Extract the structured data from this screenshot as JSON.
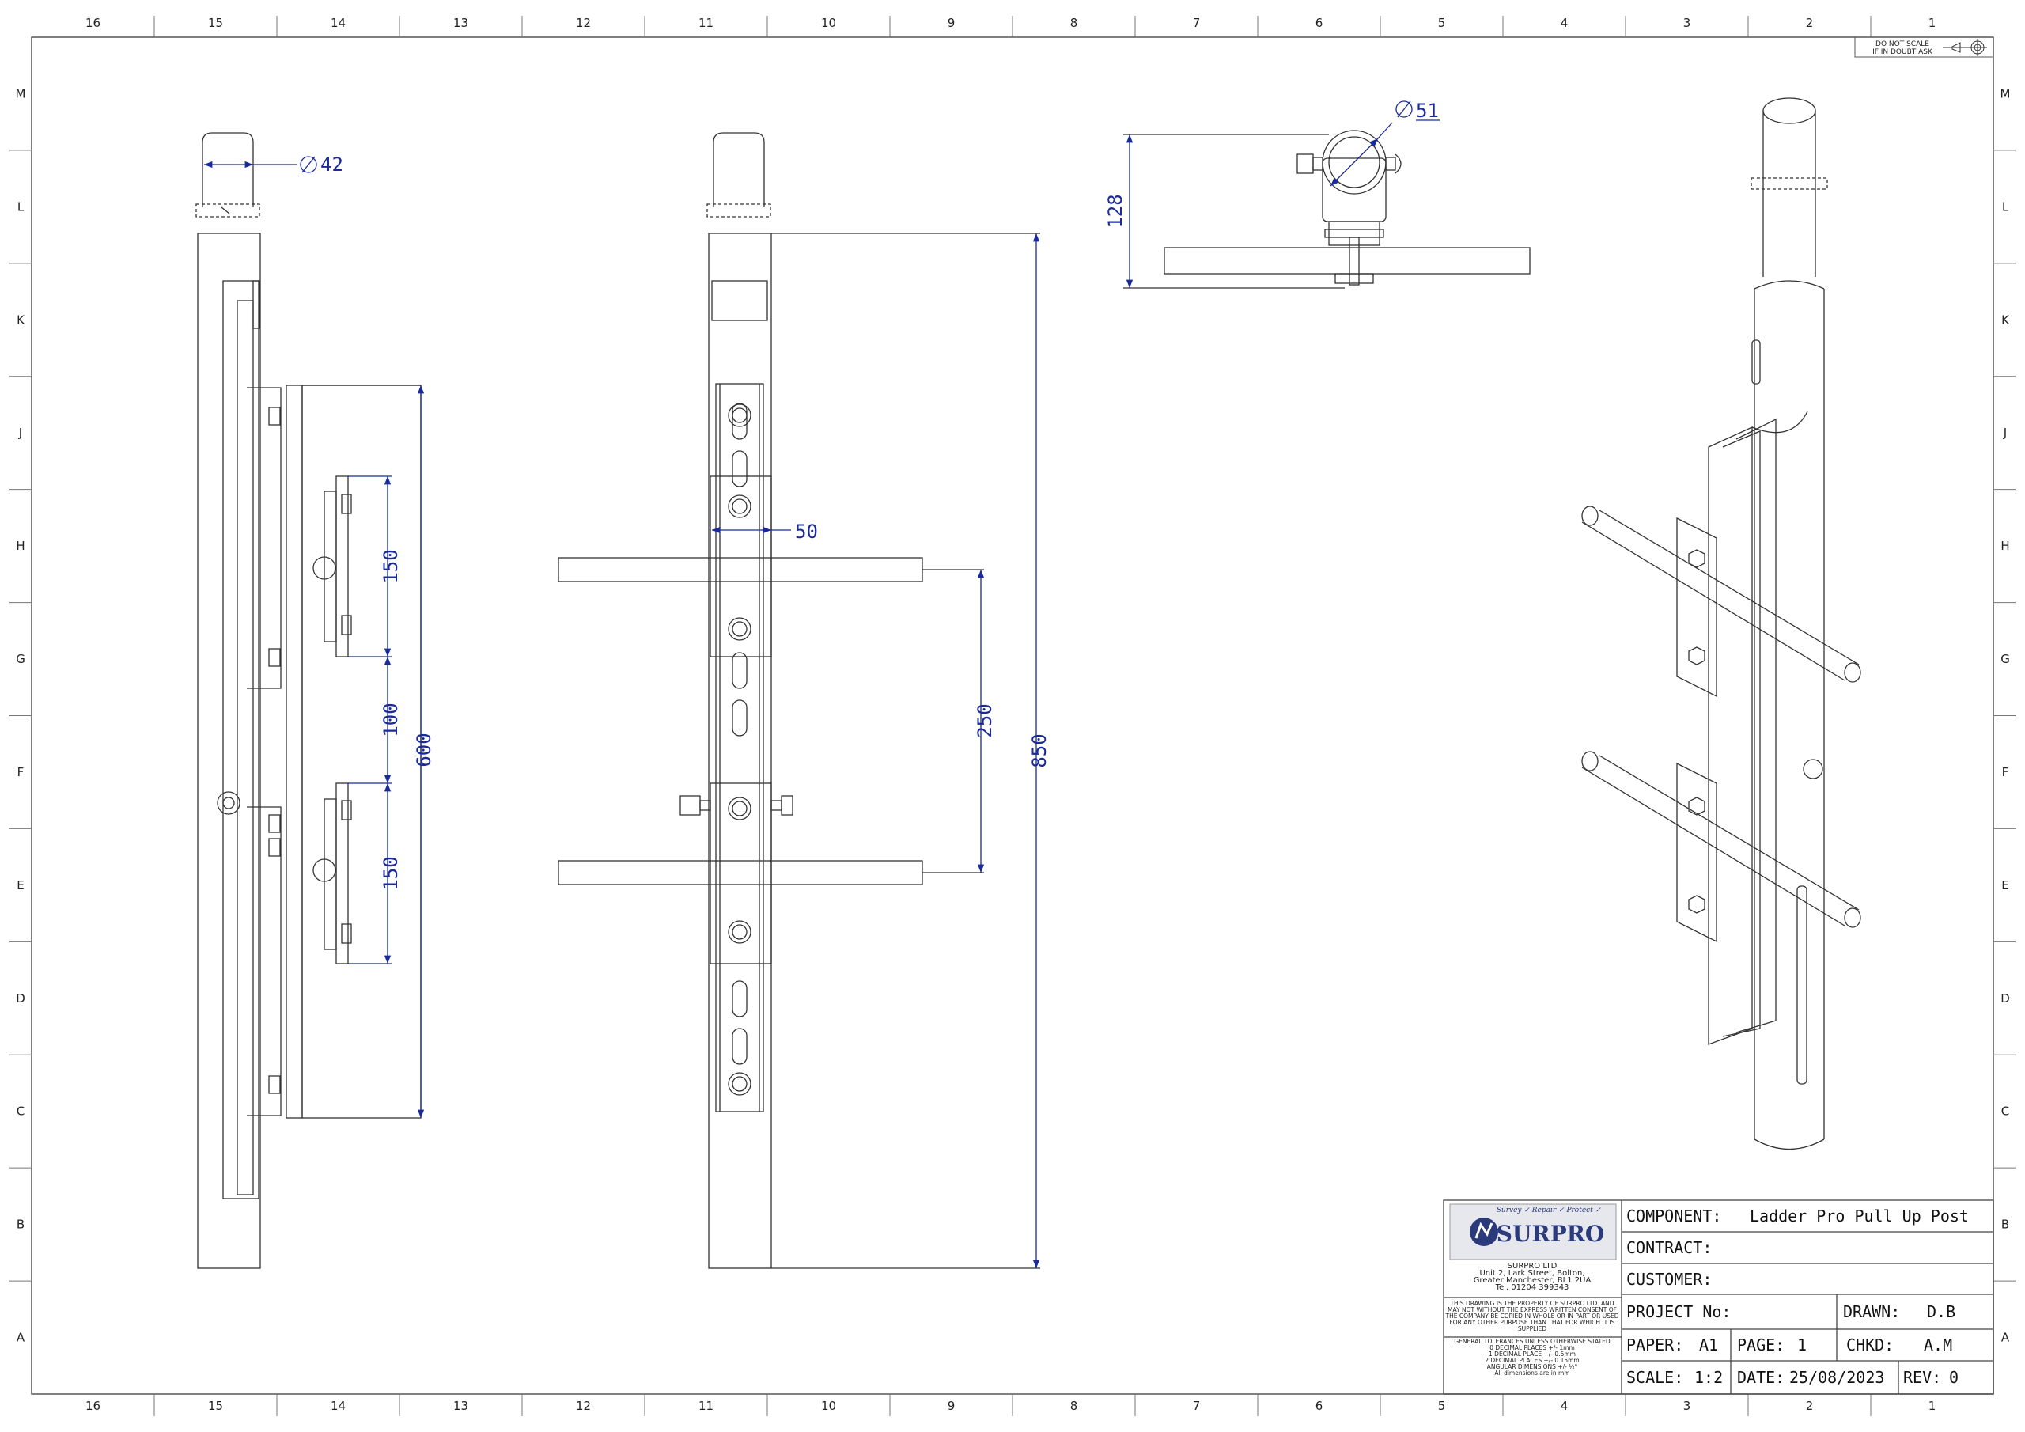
{
  "title_block": {
    "company_tagline": "Survey ✓ Repair ✓ Protect ✓",
    "company_logo_text": "SURPRO",
    "address_lines": [
      "SURPRO LTD",
      "Unit 2, Lark Street, Bolton,",
      "Greater Manchester, BL1 2UA",
      "Tel. 01204 399343"
    ],
    "property_notice": [
      "THIS DRAWING IS THE PROPERTY OF SURPRO LTD. AND",
      "MAY NOT WITHOUT THE EXPRESS WRITTEN CONSENT OF",
      "THE COMPANY BE COPIED IN WHOLE OR IN PART OR USED",
      "FOR ANY OTHER PURPOSE THAN THAT FOR WHICH IT IS",
      "SUPPLIED"
    ],
    "tolerances": [
      "GENERAL TOLERANCES UNLESS OTHERWISE STATED",
      "0 DECIMAL PLACES +/- 1mm",
      "1 DECIMAL PLACE +/- 0.5mm",
      "2 DECIMAL PLACES +/- 0.15mm",
      "ANGULAR DIMENSIONS +/- ½°",
      "All dimensions are in mm"
    ],
    "component_label": "COMPONENT:",
    "component_value": "Ladder Pro Pull Up Post",
    "contract_label": "CONTRACT:",
    "customer_label": "CUSTOMER:",
    "project_label": "PROJECT No:",
    "drawn_label": "DRAWN:",
    "drawn_value": "D.B",
    "paper_label": "PAPER:",
    "paper_value": "A1",
    "page_label": "PAGE:",
    "page_value": "1",
    "chkd_label": "CHKD:",
    "chkd_value": "A.M",
    "scale_label": "SCALE:",
    "scale_value": "1:2",
    "date_label": "DATE:",
    "date_value": "25/08/2023",
    "rev_label": "REV:",
    "rev_value": "0"
  },
  "do_not_scale": [
    "DO NOT SCALE",
    "IF IN DOUBT ASK"
  ],
  "grid": {
    "columns": [
      "16",
      "15",
      "14",
      "13",
      "12",
      "11",
      "10",
      "9",
      "8",
      "7",
      "6",
      "5",
      "4",
      "3",
      "2",
      "1"
    ],
    "rows": [
      "M",
      "L",
      "K",
      "J",
      "H",
      "G",
      "F",
      "E",
      "D",
      "C",
      "B",
      "A"
    ]
  },
  "dimensions": {
    "side_post_dia": "42",
    "side_height": "600",
    "side_upper_plate": "150",
    "side_gap": "100",
    "side_lower_plate": "150",
    "front_width": "50",
    "front_rung_spacing": "250",
    "front_total": "850",
    "top_dia": "51",
    "top_depth": "128"
  },
  "colors": {
    "line": "#333333",
    "dimension": "#1a2a9a",
    "logo": "#2a3a7a"
  }
}
